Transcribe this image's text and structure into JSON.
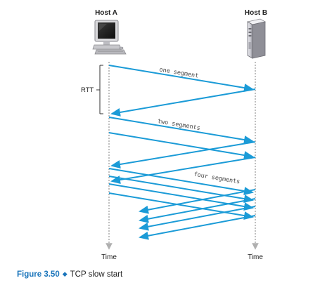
{
  "host_a": {
    "label": "Host A",
    "icon": "desktop-computer-icon"
  },
  "host_b": {
    "label": "Host B",
    "icon": "server-tower-icon"
  },
  "time_label_a": "Time",
  "time_label_b": "Time",
  "rtt_label": "RTT",
  "segment_labels": {
    "one": "one segment",
    "two": "two segments",
    "four": "four segments"
  },
  "caption": {
    "figure_number": "Figure 3.50",
    "title": "TCP slow start"
  },
  "colors": {
    "arrow": "#1b9bd7",
    "timeline": "#b0b0b0",
    "caption_accent": "#1b75bb"
  }
}
